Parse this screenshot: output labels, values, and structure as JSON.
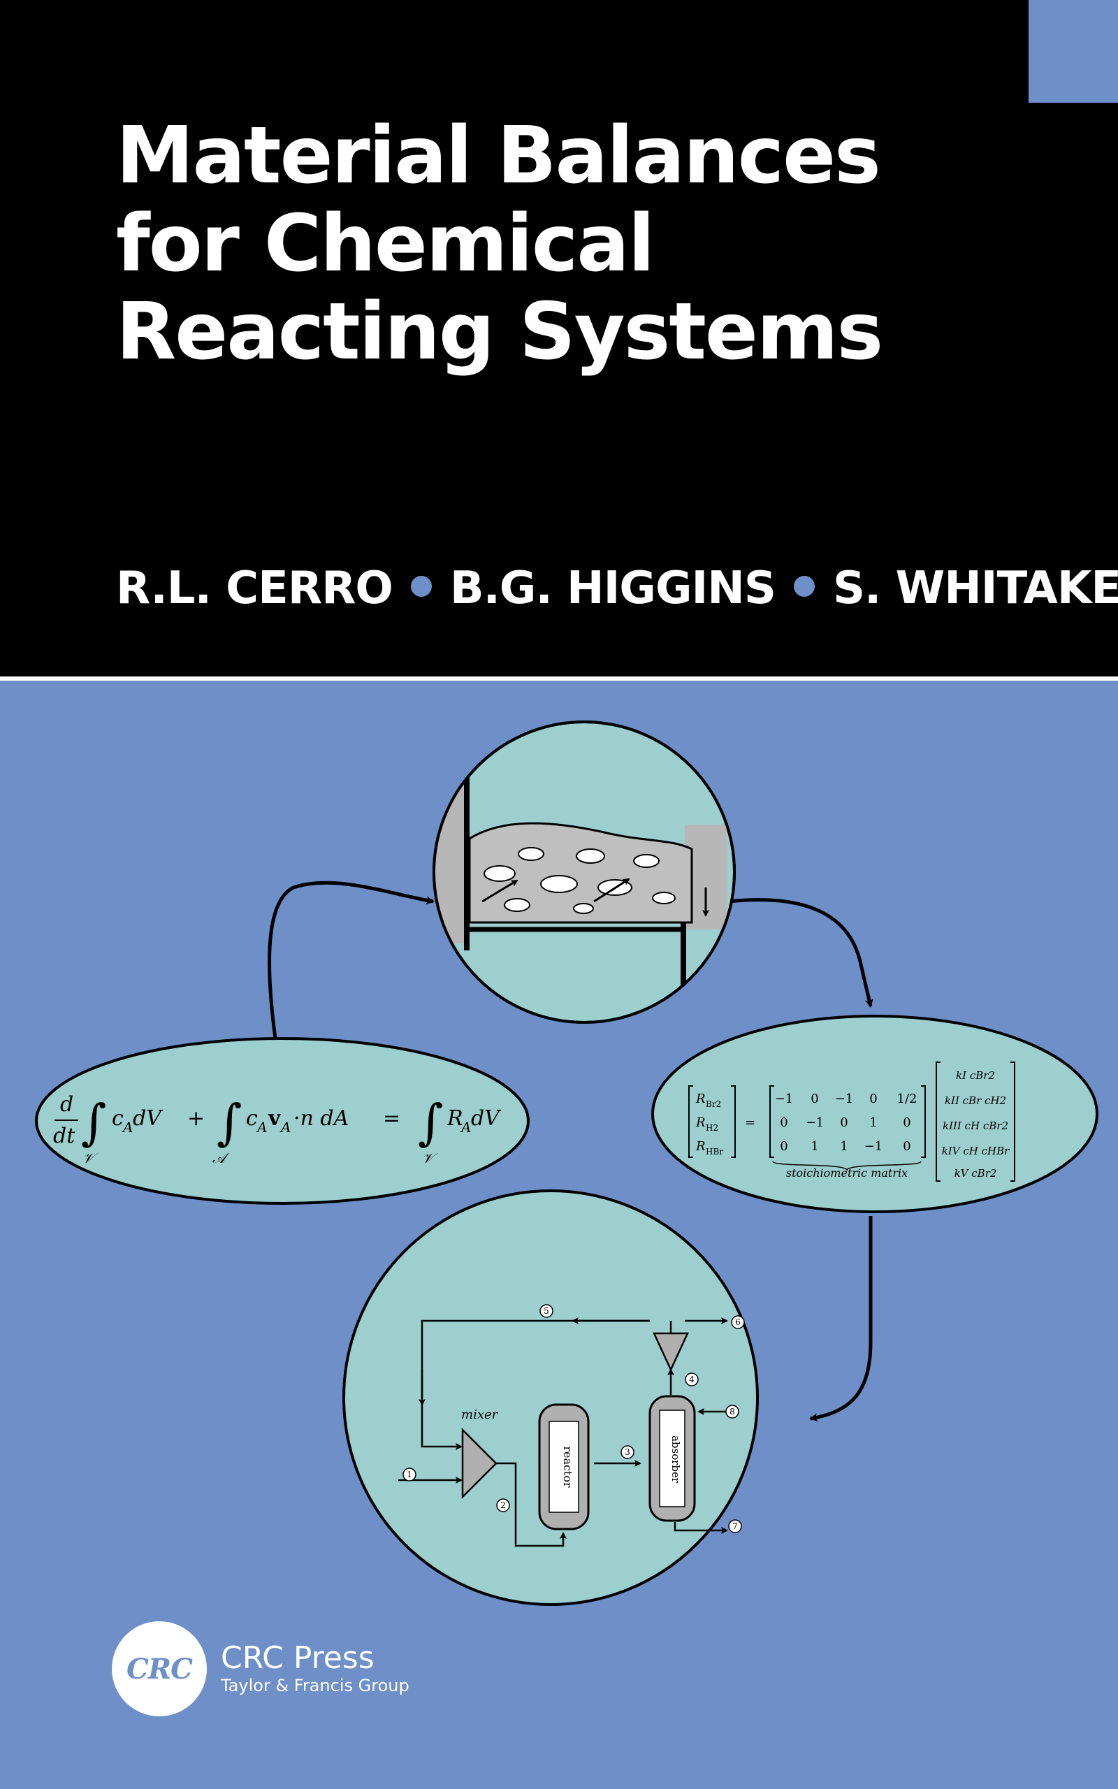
{
  "book": {
    "title_lines": [
      "Material Balances",
      "for Chemical",
      "Reacting Systems"
    ],
    "authors": [
      "R.L. CERRO",
      "B.G. HIGGINS",
      "S. WHITAKER"
    ]
  },
  "colors": {
    "background_blue": "#6e8fc7",
    "bubble_teal": "#9dcfcf",
    "top_band": "#000000"
  },
  "diagram": {
    "equation_left": {
      "d": "d",
      "dt": "dt",
      "term1": "c",
      "term1_sub": "A",
      "term1_tail": " dV",
      "plus": "+",
      "term2_c": "c",
      "term2_sub": "A",
      "term2_v": "v",
      "term2_vsub": "A",
      "term2_tail": "·n dA",
      "equals": "=",
      "term3": "R",
      "term3_sub": "A",
      "term3_tail": " dV",
      "lim_v": "𝒱",
      "lim_a": "𝒜"
    },
    "matrix": {
      "lhs": [
        "R_Br2",
        "R_H2",
        "R_HBr"
      ],
      "lhs_main": [
        "R",
        "R",
        "R"
      ],
      "lhs_sub": [
        "Br2",
        "H2",
        "HBr"
      ],
      "rows": [
        [
          "−1",
          "0",
          "−1",
          "0",
          "1/2"
        ],
        [
          "0",
          "−1",
          "0",
          "1",
          "0"
        ],
        [
          "0",
          "1",
          "1",
          "−1",
          "0"
        ]
      ],
      "eq": "=",
      "label": "stoichiometric matrix",
      "rates": [
        "kI cBr2",
        "kII cBr cH2",
        "kIII cH cBr2",
        "kIV cH cHBr",
        "kV cBr2"
      ]
    },
    "flowsheet": {
      "mixer_label": "mixer",
      "reactor_label": "reactor",
      "absorber_label": "absorber",
      "streams": [
        "1",
        "2",
        "3",
        "4",
        "5",
        "6",
        "7",
        "8"
      ]
    }
  },
  "publisher": {
    "logo_text": "CRC",
    "name": "CRC Press",
    "group": "Taylor & Francis Group"
  }
}
